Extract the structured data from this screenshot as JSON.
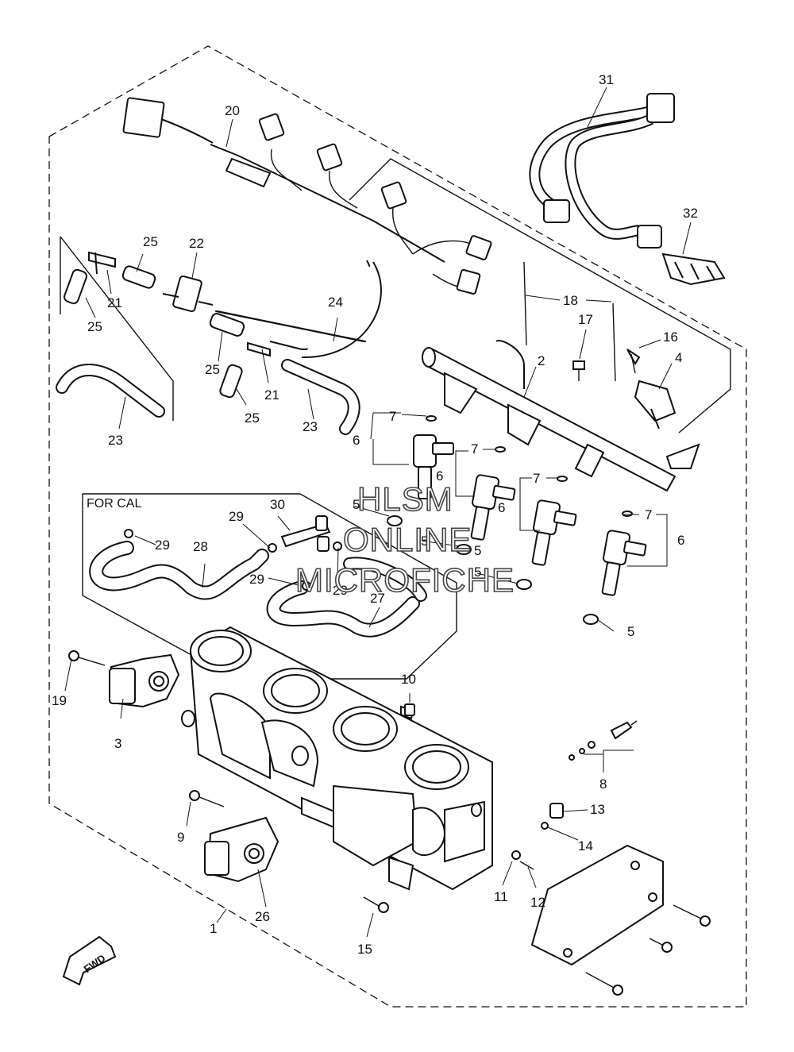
{
  "diagram": {
    "box_label": "FOR CAL",
    "forward_tag": "FWD",
    "watermark": [
      "HLSM",
      "ONLINE",
      "MICROFICHE"
    ]
  },
  "callouts": [
    "1",
    "2",
    "3",
    "4",
    "5",
    "5",
    "5",
    "5",
    "5",
    "6",
    "6",
    "6",
    "6",
    "7",
    "7",
    "7",
    "7",
    "8",
    "9",
    "10",
    "11",
    "12",
    "13",
    "14",
    "15",
    "16",
    "17",
    "18",
    "19",
    "20",
    "21",
    "21",
    "22",
    "23",
    "23",
    "24",
    "25",
    "25",
    "25",
    "25",
    "26",
    "27",
    "28",
    "29",
    "29",
    "29",
    "29",
    "30",
    "31",
    "32"
  ]
}
